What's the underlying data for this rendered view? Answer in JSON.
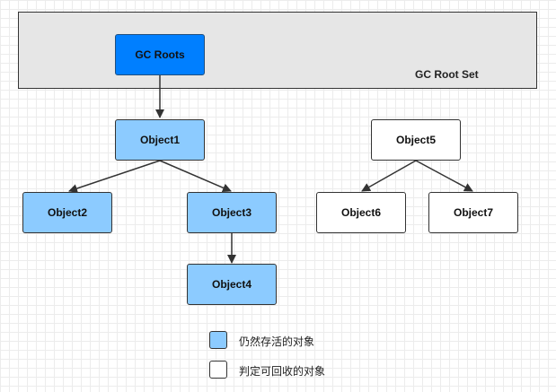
{
  "root_set": {
    "label": "GC Root Set"
  },
  "nodes": {
    "gc_roots": "GC Roots",
    "object1": "Object1",
    "object2": "Object2",
    "object3": "Object3",
    "object4": "Object4",
    "object5": "Object5",
    "object6": "Object6",
    "object7": "Object7"
  },
  "legend": {
    "alive": {
      "label": "仍然存活的对象",
      "color": "#8ccbff"
    },
    "dead": {
      "label": "判定可回收的对象",
      "color": "#ffffff"
    }
  },
  "colors": {
    "gc_roots_fill": "#007fff",
    "root_set_fill": "#e6e6e6",
    "edge": "#333333"
  }
}
